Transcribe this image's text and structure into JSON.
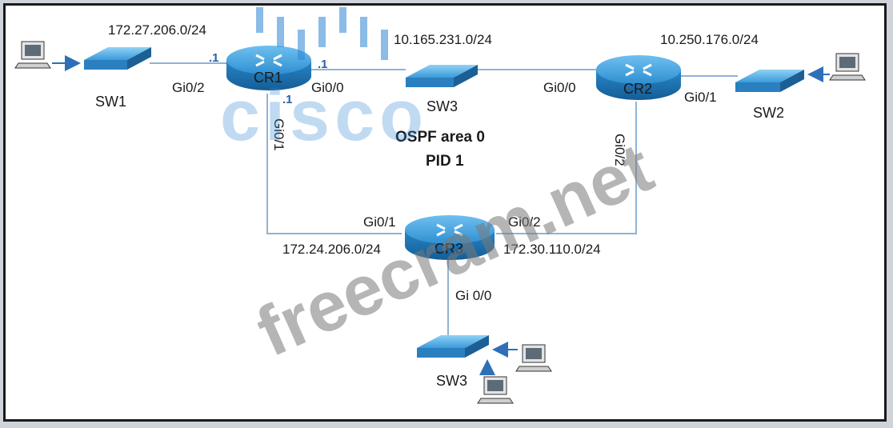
{
  "watermark": {
    "brand": "cisco",
    "site": "freecram.net"
  },
  "area": {
    "line1": "OSPF area 0",
    "line2": "PID 1"
  },
  "networks": {
    "net_sw1": "172.27.206.0/24",
    "net_sw3_top": "10.165.231.0/24",
    "net_sw2": "10.250.176.0/24",
    "net_cr3_left": "172.24.206.0/24",
    "net_cr3_right": "172.30.110.0/24"
  },
  "devices": {
    "cr1": "CR1",
    "cr2": "CR2",
    "cr3": "CR3",
    "sw1": "SW1",
    "sw2": "SW2",
    "sw3_top": "SW3",
    "sw3_bottom": "SW3"
  },
  "interfaces": {
    "cr1_gi02": "Gi0/2",
    "cr1_gi00": "Gi0/0",
    "cr1_gi01": "Gi0/1",
    "cr2_gi00": "Gi0/0",
    "cr2_gi01": "Gi0/1",
    "cr2_gi02": "Gi0/2",
    "cr3_gi01": "Gi0/1",
    "cr3_gi02": "Gi0/2",
    "cr3_gi00": "Gi 0/0"
  },
  "host_ids": {
    "cr1_left": ".1",
    "cr1_right": ".1",
    "cr1_bottom": ".1"
  },
  "colors": {
    "device": "#2f8fd1",
    "link": "#7fa7cf",
    "arrow": "#2e6fb8"
  }
}
